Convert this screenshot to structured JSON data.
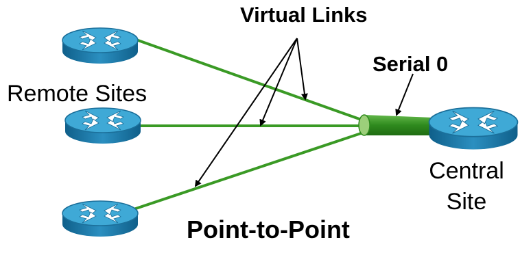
{
  "labels": {
    "virtual_links": "Virtual Links",
    "serial": "Serial 0",
    "remote_sites": "Remote Sites",
    "central_line1": "Central",
    "central_line2": "Site",
    "topology": "Point-to-Point"
  },
  "colors": {
    "link": "#3a9a25",
    "serial_pipe": "#2f8a1e",
    "router_side": "#1b6f9a",
    "router_top": "#3fa9d6",
    "router_arrows": "#ffffff",
    "annotation": "#000000"
  },
  "devices": {
    "remote_routers": [
      "router-top",
      "router-middle",
      "router-bottom"
    ],
    "central_router": "router-central"
  }
}
